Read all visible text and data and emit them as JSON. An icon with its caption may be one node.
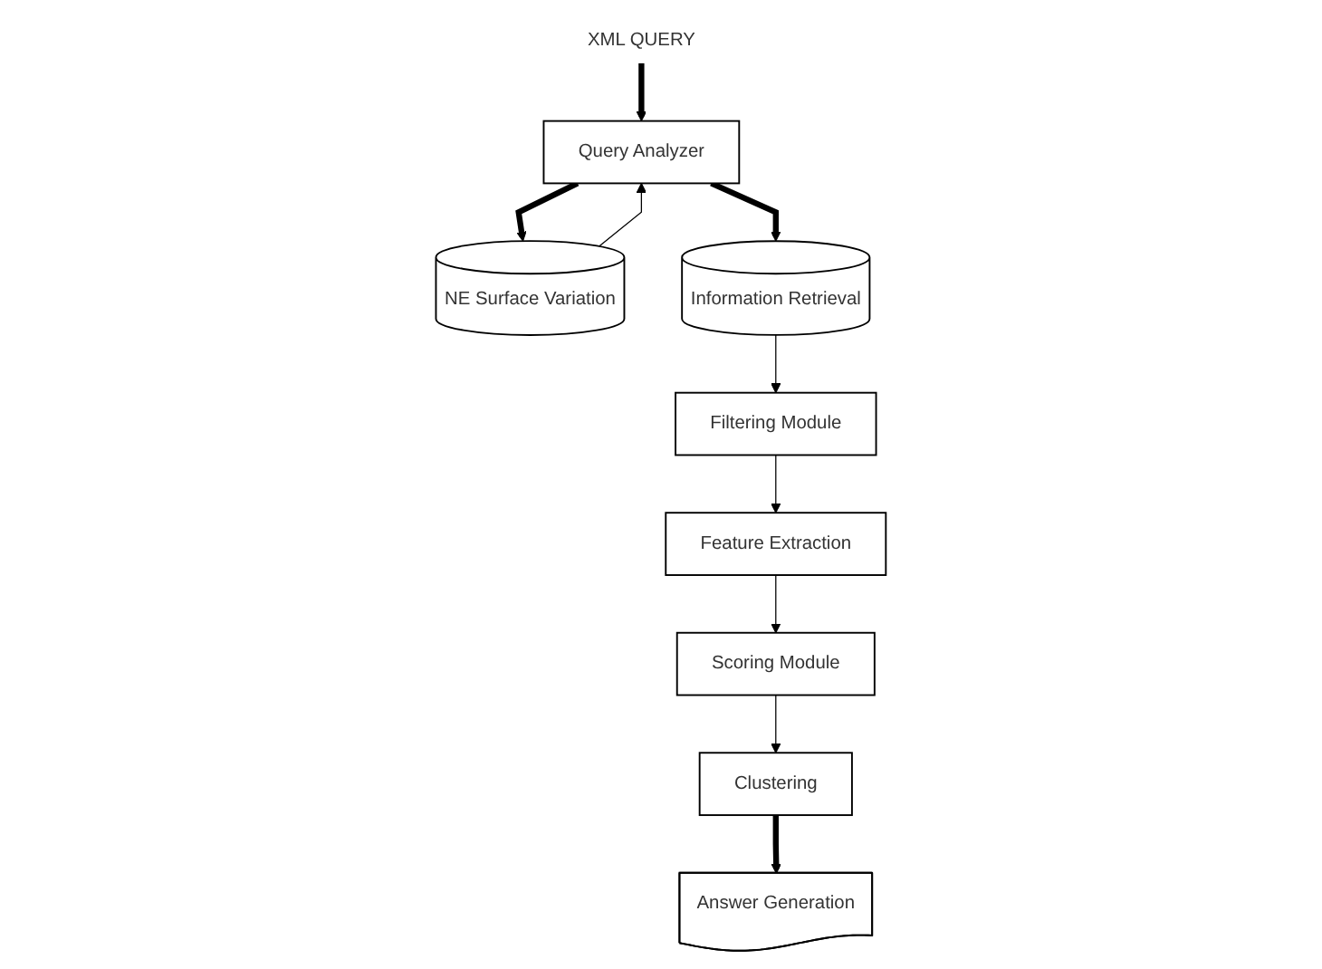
{
  "diagram": {
    "nodes": [
      {
        "text": [
          "XML QUERY"
        ]
      },
      {
        "text": [
          "Query Analyzer"
        ]
      },
      {
        "text": [
          "NE Surface Variation"
        ]
      },
      {
        "text": [
          "Information Retrieval"
        ]
      },
      {
        "text": [
          "Filtering Module"
        ]
      },
      {
        "text": [
          "Feature Extraction"
        ]
      },
      {
        "text": [
          "Scoring Module"
        ]
      },
      {
        "text": [
          "Clustering"
        ]
      },
      {
        "text": [
          "Answer Generation"
        ]
      }
    ],
    "edges": [
      {
        "from": 0,
        "to": 1,
        "arrow": "to",
        "style": "thick"
      },
      {
        "from": 1,
        "to": 2,
        "arrow": "to",
        "style": "thick"
      },
      {
        "from": 2,
        "to": 1,
        "arrow": "to"
      },
      {
        "from": 1,
        "to": 3,
        "arrow": "to",
        "style": "thick"
      },
      {
        "from": 3,
        "to": 4,
        "arrow": "to"
      },
      {
        "from": 4,
        "to": 5,
        "arrow": "to"
      },
      {
        "from": 5,
        "to": 6,
        "arrow": "to"
      },
      {
        "from": 6,
        "to": 7,
        "arrow": "to"
      },
      {
        "from": 7,
        "to": 8,
        "arrow": "to",
        "style": "thick"
      }
    ]
  }
}
